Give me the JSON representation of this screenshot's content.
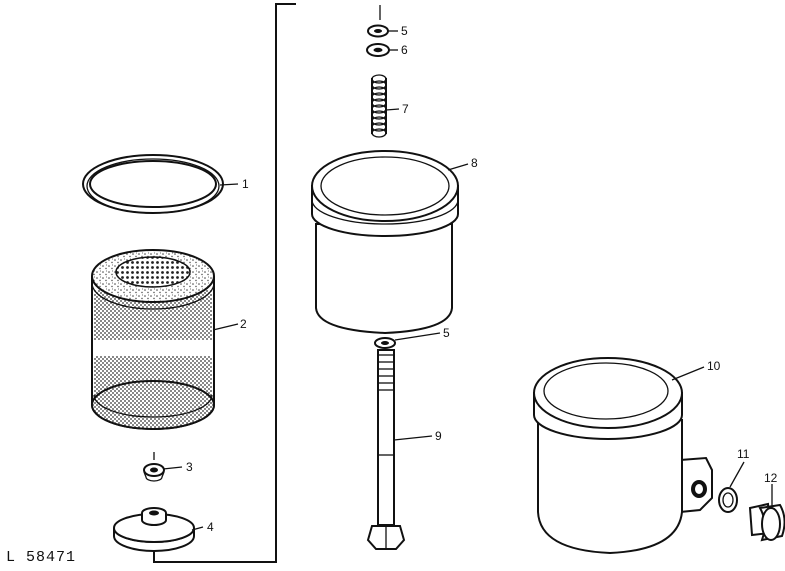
{
  "figure_ref": "L 58471",
  "callouts": {
    "c1": "1",
    "c2": "2",
    "c3": "3",
    "c4": "4",
    "c5a": "5",
    "c6": "6",
    "c7": "7",
    "c8": "8",
    "c5b": "5",
    "c9": "9",
    "c10": "10",
    "c11": "11",
    "c12": "12"
  }
}
